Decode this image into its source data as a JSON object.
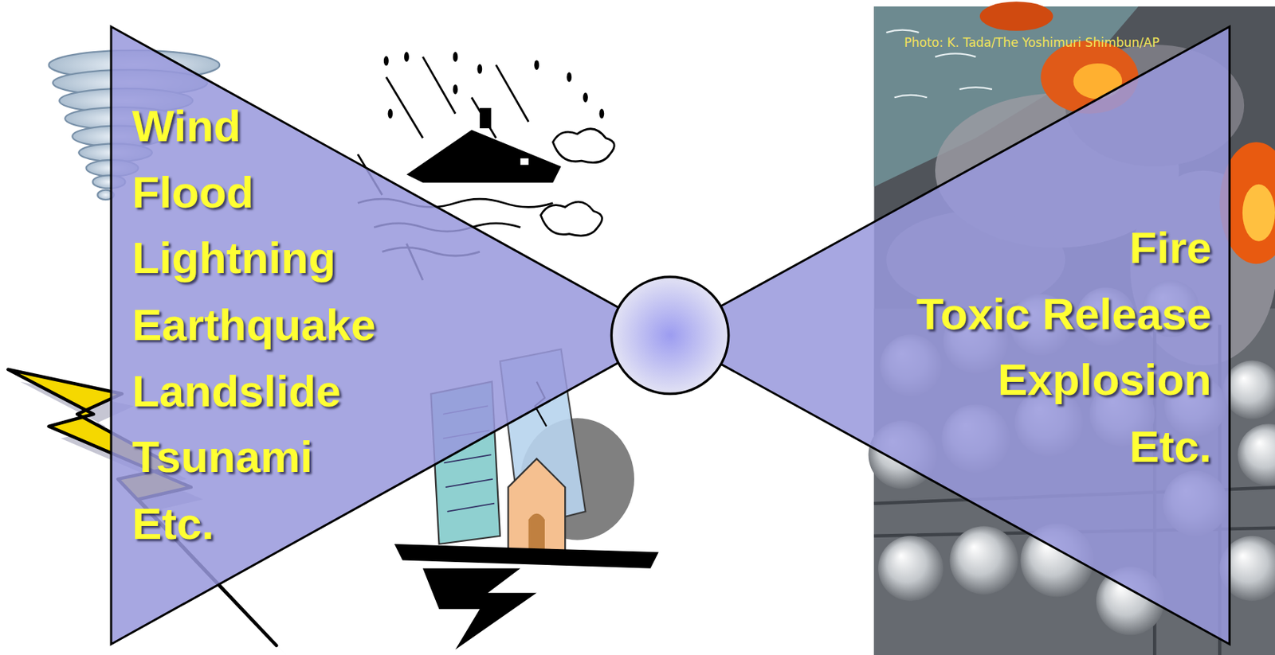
{
  "diagram": {
    "nodes": [
      {
        "text": [
          "Wind",
          "Flood",
          "Lightning",
          "Earthquake",
          "Landslide",
          "Tsunami",
          "Etc."
        ]
      },
      {
        "text": [
          "Fire",
          "Toxic Release",
          "Explosion",
          "Etc."
        ]
      }
    ],
    "labels": [
      "Photo: K. Tada/The Yoshimuri Shimbun/AP"
    ]
  }
}
